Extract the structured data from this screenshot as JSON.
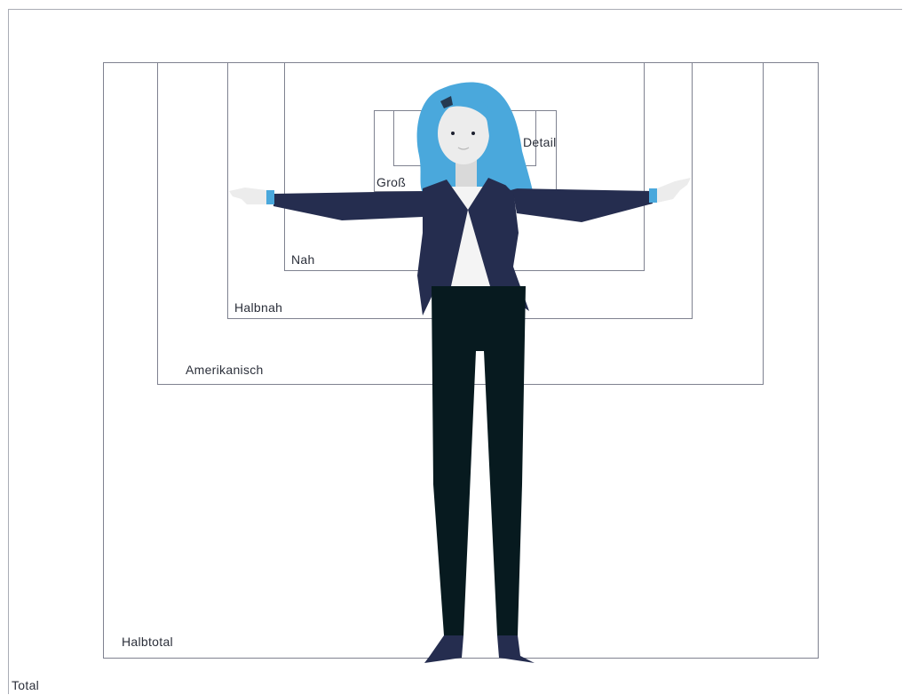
{
  "diagram": {
    "frames": [
      {
        "id": "total",
        "label": "Total"
      },
      {
        "id": "halbtotal",
        "label": "Halbtotal"
      },
      {
        "id": "amerikanisch",
        "label": "Amerikanisch"
      },
      {
        "id": "halbnah",
        "label": "Halbnah"
      },
      {
        "id": "nah",
        "label": "Nah"
      },
      {
        "id": "gross",
        "label": "Groß"
      },
      {
        "id": "detail",
        "label": "Detail"
      }
    ],
    "colors": {
      "frame_line": "#7f8290",
      "hair": "#4aa8dc",
      "hair_shade": "#3b90c9",
      "skin": "#ececec",
      "jacket": "#252d4f",
      "shirt": "#f4f4f4",
      "trousers": "#071a1f",
      "shoes": "#252d4f",
      "cuff": "#4aa8dc"
    }
  }
}
